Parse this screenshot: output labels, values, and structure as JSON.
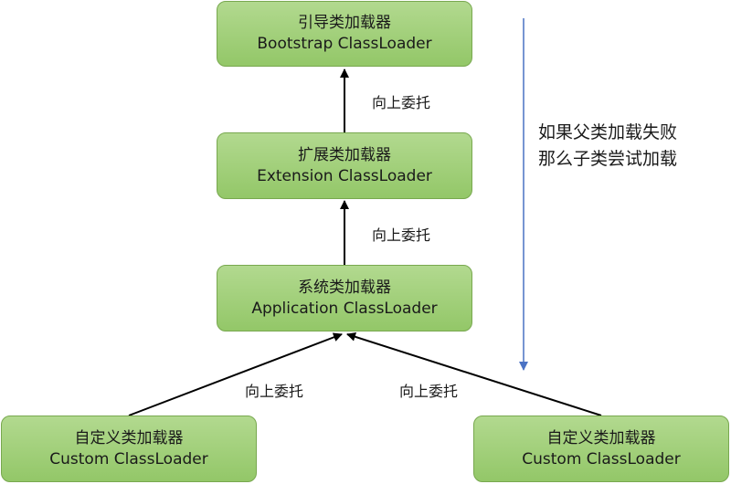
{
  "nodes": {
    "bootstrap": {
      "cn": "引导类加载器",
      "en": "Bootstrap ClassLoader"
    },
    "extension": {
      "cn": "扩展类加载器",
      "en": "Extension ClassLoader"
    },
    "application": {
      "cn": "系统类加载器",
      "en": "Application ClassLoader"
    },
    "custom_left": {
      "cn": "自定义类加载器",
      "en": "Custom ClassLoader"
    },
    "custom_right": {
      "cn": "自定义类加载器",
      "en": "Custom ClassLoader"
    }
  },
  "edges": {
    "ext_to_boot": "向上委托",
    "app_to_ext": "向上委托",
    "custom_left_to_app": "向上委托",
    "custom_right_to_app": "向上委托"
  },
  "side_note": {
    "line1": "如果父类加载失败",
    "line2": "那么子类尝试加载"
  },
  "colors": {
    "node_fill": "#9fcf78",
    "node_border": "#78a84f",
    "arrow": "#000000",
    "fallback_arrow": "#4a72c4"
  }
}
